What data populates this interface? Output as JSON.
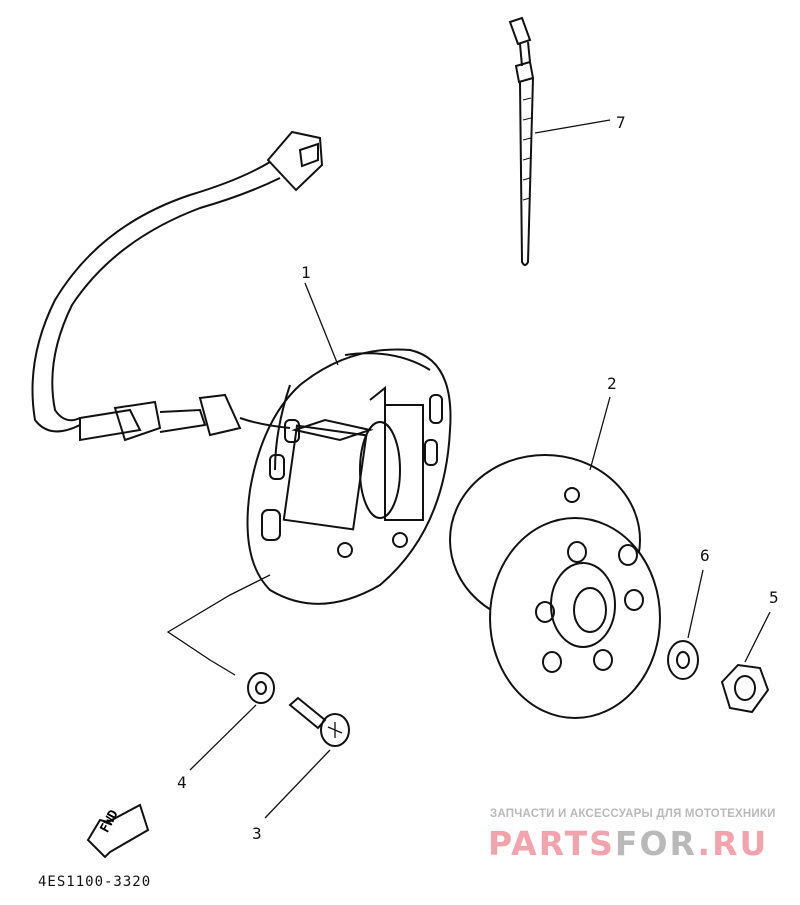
{
  "diagram": {
    "part_labels": [
      "1",
      "2",
      "3",
      "4",
      "5",
      "6",
      "7"
    ],
    "fwd_label": "FWD",
    "drawing_code": "4ES1100-3320"
  },
  "watermark": {
    "tagline": "ЗАПЧАСТИ И АКСЕССУАРЫ ДЛЯ МОТОТЕХНИКИ",
    "brand_a": "PARTS",
    "brand_b": "FOR",
    "brand_c": ".RU"
  }
}
